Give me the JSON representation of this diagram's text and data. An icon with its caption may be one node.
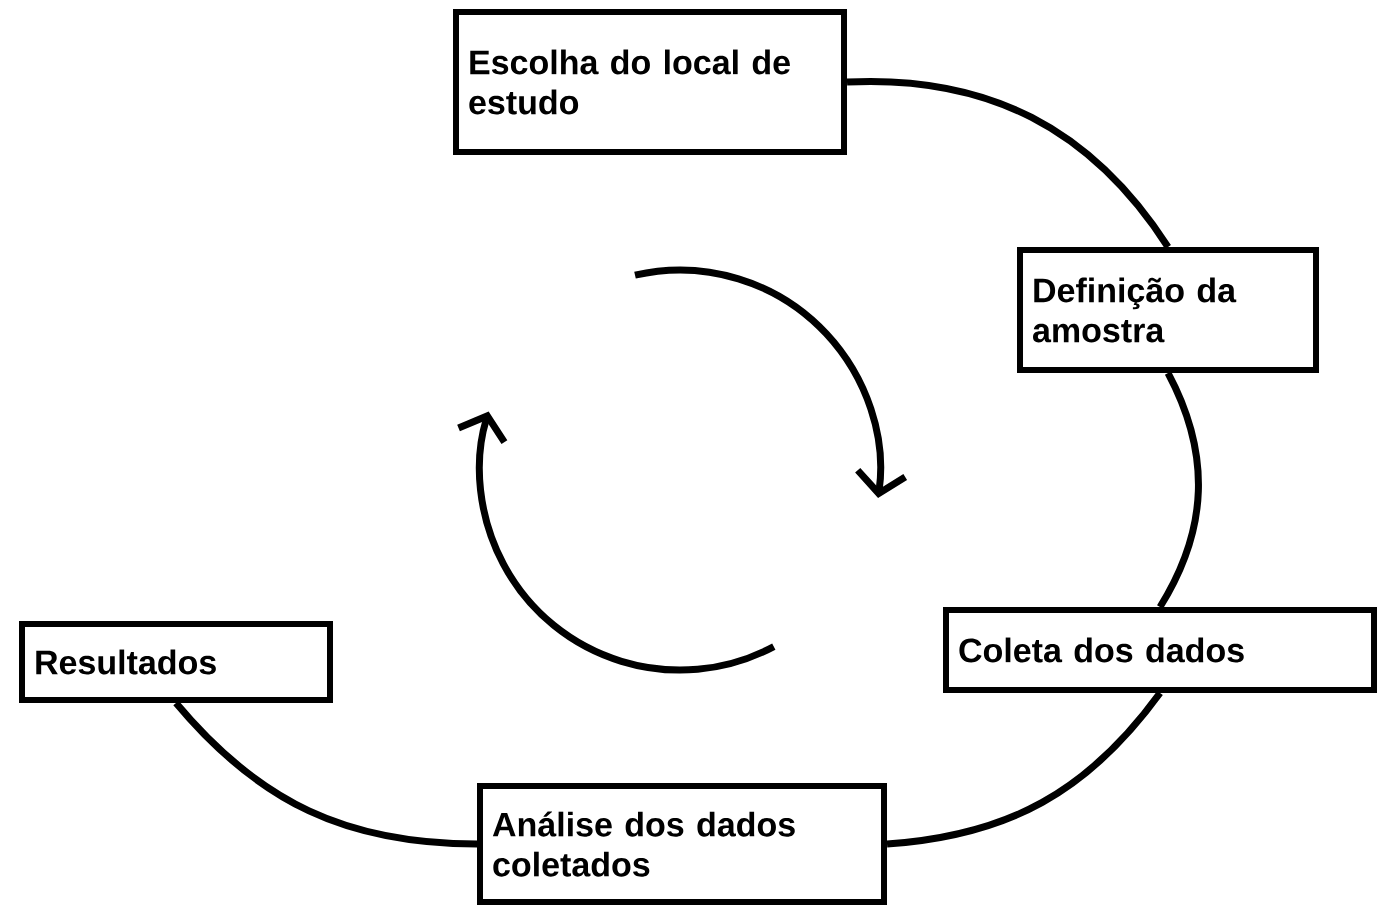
{
  "diagram": {
    "nodes": [
      {
        "text": [
          "Escolha do local de estudo"
        ]
      },
      {
        "text": [
          "Definição da amostra"
        ]
      },
      {
        "text": [
          "Coleta dos dados"
        ]
      },
      {
        "text": [
          "Análise dos dados coletados"
        ]
      },
      {
        "text": [
          "Resultados"
        ]
      }
    ],
    "edges": [
      {
        "from": 0,
        "to": 1,
        "arrow": "none"
      },
      {
        "from": 1,
        "to": 2,
        "arrow": "none"
      },
      {
        "from": 2,
        "to": 3,
        "arrow": "none"
      },
      {
        "from": 3,
        "to": 4,
        "arrow": "none"
      }
    ]
  }
}
